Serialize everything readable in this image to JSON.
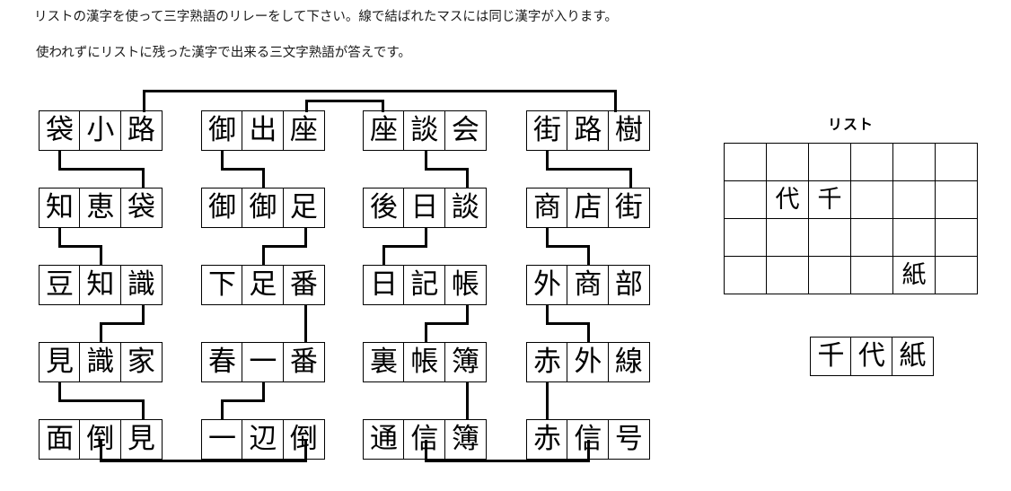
{
  "instructions": {
    "line1": "リストの漢字を使って三字熟語のリレーをして下さい。線で結ばれたマスには同じ漢字が入ります。",
    "line2": "使われずにリストに残った漢字で出来る三文字熟語が答えです。"
  },
  "puzzle": {
    "columns": [
      {
        "rows": [
          {
            "cells": [
              "袋",
              "小",
              "路"
            ]
          },
          {
            "cells": [
              "知",
              "恵",
              "袋"
            ]
          },
          {
            "cells": [
              "豆",
              "知",
              "識"
            ]
          },
          {
            "cells": [
              "見",
              "識",
              "家"
            ]
          },
          {
            "cells": [
              "面",
              "倒",
              "見"
            ]
          }
        ]
      },
      {
        "rows": [
          {
            "cells": [
              "御",
              "出",
              "座"
            ]
          },
          {
            "cells": [
              "御",
              "御",
              "足"
            ]
          },
          {
            "cells": [
              "下",
              "足",
              "番"
            ]
          },
          {
            "cells": [
              "春",
              "一",
              "番"
            ]
          },
          {
            "cells": [
              "一",
              "辺",
              "倒"
            ]
          }
        ]
      },
      {
        "rows": [
          {
            "cells": [
              "座",
              "談",
              "会"
            ]
          },
          {
            "cells": [
              "後",
              "日",
              "談"
            ]
          },
          {
            "cells": [
              "日",
              "記",
              "帳"
            ]
          },
          {
            "cells": [
              "裏",
              "帳",
              "簿"
            ]
          },
          {
            "cells": [
              "通",
              "信",
              "簿"
            ]
          }
        ]
      },
      {
        "rows": [
          {
            "cells": [
              "街",
              "路",
              "樹"
            ]
          },
          {
            "cells": [
              "商",
              "店",
              "街"
            ]
          },
          {
            "cells": [
              "外",
              "商",
              "部"
            ]
          },
          {
            "cells": [
              "赤",
              "外",
              "線"
            ]
          },
          {
            "cells": [
              "赤",
              "信",
              "号"
            ]
          }
        ]
      }
    ]
  },
  "list": {
    "title": "リスト",
    "rows": [
      [
        "",
        "",
        "",
        "",
        "",
        ""
      ],
      [
        "",
        "代",
        "千",
        "",
        "",
        ""
      ],
      [
        "",
        "",
        "",
        "",
        "",
        ""
      ],
      [
        "",
        "",
        "",
        "",
        "紙",
        ""
      ]
    ]
  },
  "answer": {
    "cells": [
      "千",
      "代",
      "紙"
    ]
  },
  "colors": {
    "line": "#000000",
    "text": "#1a1a1a",
    "background": "#ffffff"
  }
}
